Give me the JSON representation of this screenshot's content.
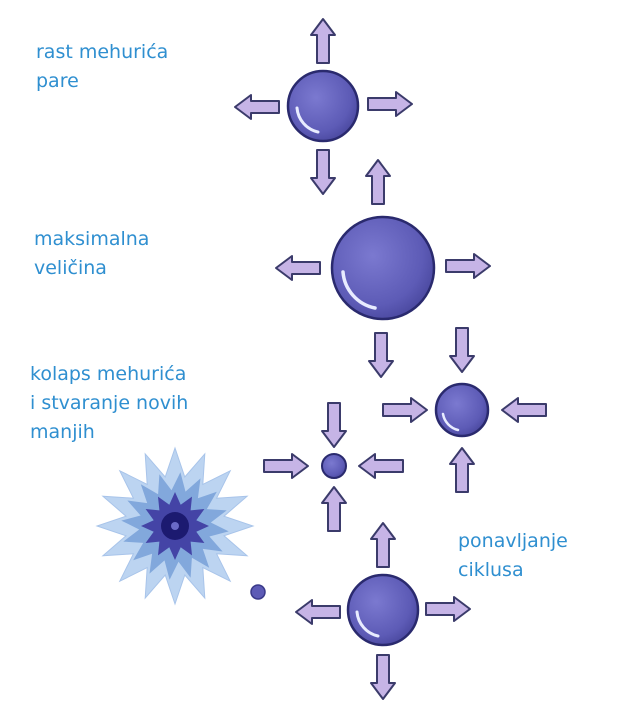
{
  "labels": {
    "growth": [
      "rast mehurića",
      "pare"
    ],
    "maximum": [
      "maksimalna",
      "veličina"
    ],
    "collapse": [
      "kolaps mehurića",
      "i stvaranje novih",
      "manjih"
    ],
    "repeat": [
      "ponavljanje",
      "ciklusa"
    ]
  },
  "colors": {
    "text": "#2f8fd0",
    "bubble_fill": "#5d5bb6",
    "bubble_stroke": "#2a2a6e",
    "arrow_fill": "#c6b4e6",
    "arrow_stroke": "#3b3b6b"
  }
}
